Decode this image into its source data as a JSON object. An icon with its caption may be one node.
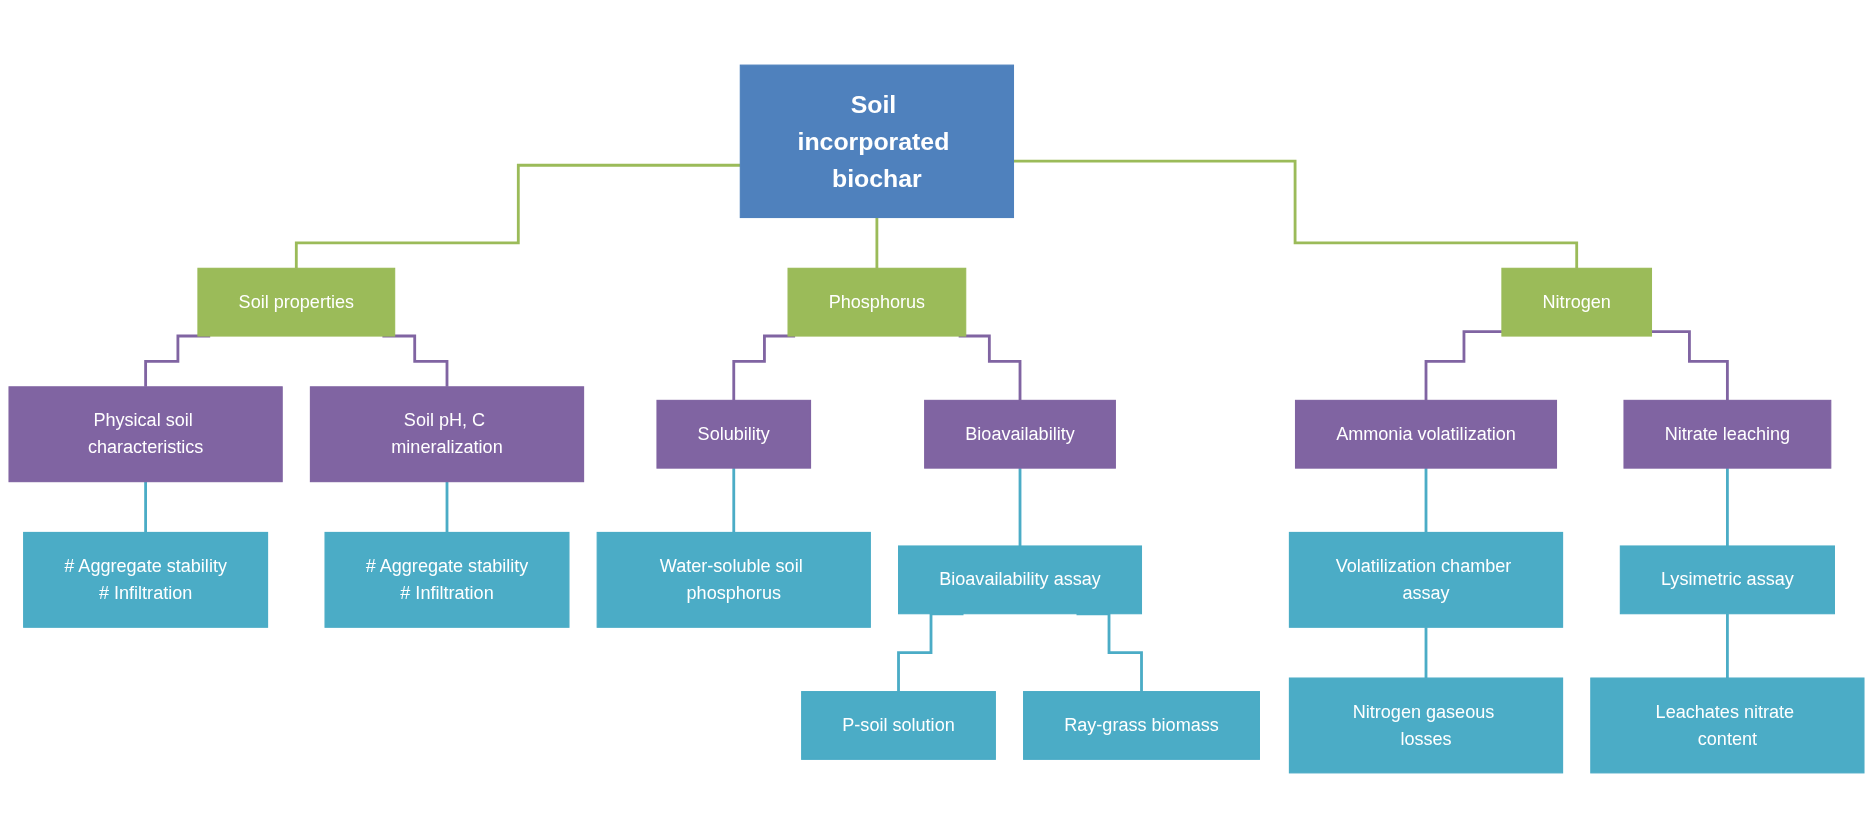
{
  "diagram": {
    "nodes": [
      {
        "text": [
          "Soil incorporated biochar"
        ]
      },
      {
        "text": [
          "Soil properties"
        ]
      },
      {
        "text": [
          "Phosphorus"
        ]
      },
      {
        "text": [
          "Nitrogen"
        ]
      },
      {
        "text": [
          "Physical soil characteristics"
        ]
      },
      {
        "text": [
          "Soil pH, C mineralization"
        ]
      },
      {
        "text": [
          "Solubility"
        ]
      },
      {
        "text": [
          "Bioavailability"
        ]
      },
      {
        "text": [
          "Ammonia volatilization"
        ]
      },
      {
        "text": [
          "Nitrate leaching"
        ]
      },
      {
        "text": [
          "Bioavailability assay"
        ]
      },
      {
        "text": [
          "Volatilization chamber assay"
        ]
      },
      {
        "text": [
          "Lysimetric assay"
        ]
      },
      {
        "text": [
          "# Aggregate stability",
          "# Infiltration"
        ]
      },
      {
        "text": [
          "# Aggregate stability",
          "# Infiltration"
        ]
      },
      {
        "text": [
          "Water-soluble soil phosphorus"
        ]
      },
      {
        "text": [
          "P-soil solution"
        ]
      },
      {
        "text": [
          "Ray-grass biomass"
        ]
      },
      {
        "text": [
          "Nitrogen gaseous losses"
        ]
      },
      {
        "text": [
          "Leachates nitrate content"
        ]
      }
    ],
    "edges": [
      {
        "from": 0,
        "to": 1,
        "arrow": "none",
        "color": "#9bbb59"
      },
      {
        "from": 0,
        "to": 2,
        "arrow": "none",
        "color": "#9bbb59"
      },
      {
        "from": 0,
        "to": 3,
        "arrow": "none",
        "color": "#9bbb59"
      },
      {
        "from": 1,
        "to": 4,
        "arrow": "none",
        "color": "#8064a2"
      },
      {
        "from": 1,
        "to": 5,
        "arrow": "none",
        "color": "#8064a2"
      },
      {
        "from": 2,
        "to": 6,
        "arrow": "none",
        "color": "#8064a2"
      },
      {
        "from": 2,
        "to": 7,
        "arrow": "none",
        "color": "#8064a2"
      },
      {
        "from": 3,
        "to": 8,
        "arrow": "none",
        "color": "#8064a2"
      },
      {
        "from": 3,
        "to": 9,
        "arrow": "none",
        "color": "#8064a2"
      },
      {
        "from": 4,
        "to": 13,
        "arrow": "none"
      },
      {
        "from": 5,
        "to": 14,
        "arrow": "none"
      },
      {
        "from": 6,
        "to": 15,
        "arrow": "none"
      },
      {
        "from": 7,
        "to": 10,
        "arrow": "none"
      },
      {
        "from": 10,
        "to": 16,
        "arrow": "none"
      },
      {
        "from": 10,
        "to": 17,
        "arrow": "none"
      },
      {
        "from": 8,
        "to": 11,
        "arrow": "none"
      },
      {
        "from": 11,
        "to": 18,
        "arrow": "none"
      },
      {
        "from": 9,
        "to": 12,
        "arrow": "none"
      },
      {
        "from": 12,
        "to": 19,
        "arrow": "none"
      }
    ]
  }
}
